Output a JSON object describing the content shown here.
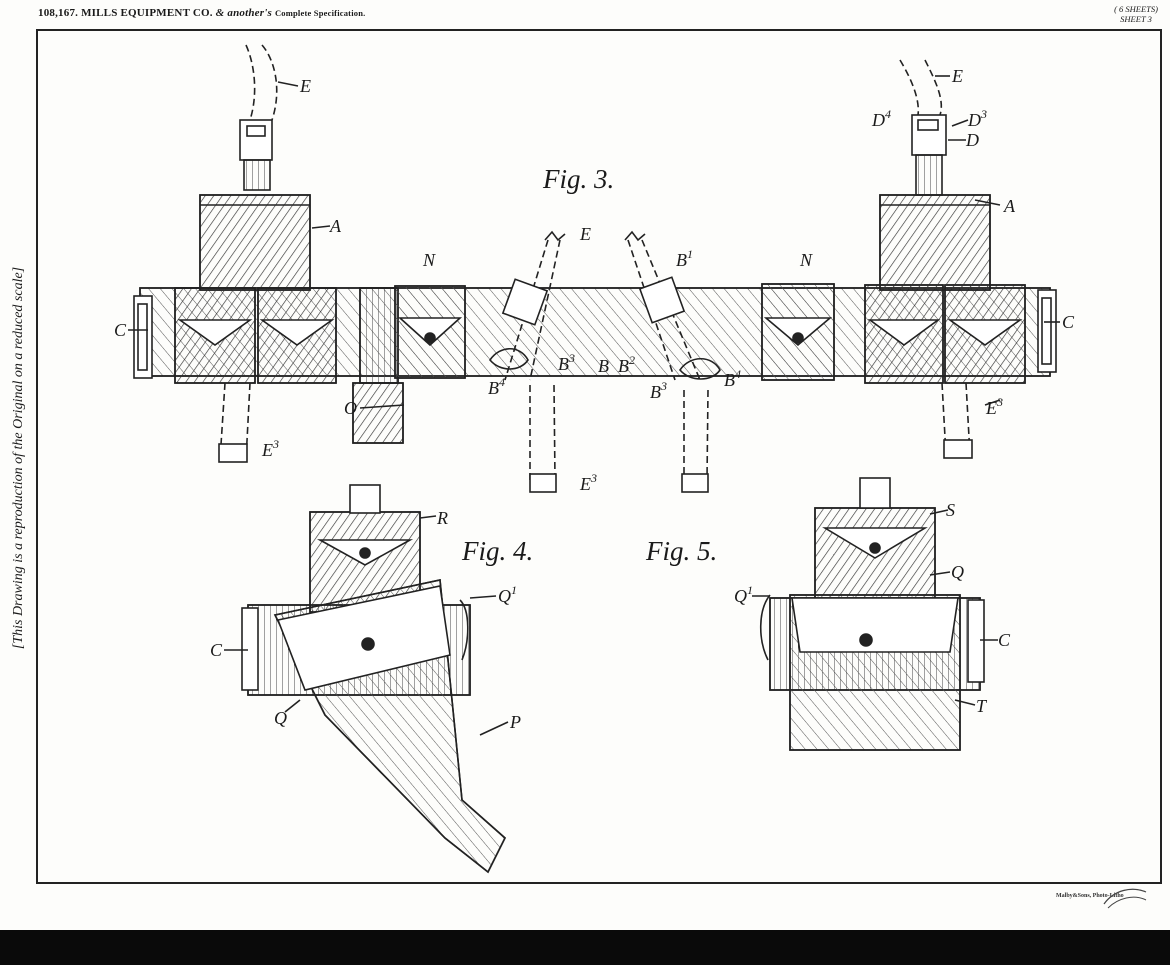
{
  "header": {
    "number": "108,167.",
    "company": "MILLS EQUIPMENT CO.",
    "and_another": "& another's",
    "spec": "Complete Specification.",
    "sheets": "( 6 SHEETS)",
    "sheet": "SHEET 3"
  },
  "side_note": "[This Drawing is a reproduction of the Original on a reduced scale]",
  "figures": {
    "fig3": "Fig. 3.",
    "fig4": "Fig. 4.",
    "fig5": "Fig. 5."
  },
  "labels": {
    "e_left": "E",
    "e_right": "E",
    "e_center": "E",
    "a_left": "A",
    "a_right": "A",
    "c_left": "C",
    "c_right": "C",
    "c_fig4": "C",
    "c_fig5": "C",
    "n_left": "N",
    "n_right": "N",
    "o": "O",
    "b": "B",
    "d": "D",
    "d3_base": "D",
    "d3_sup": "3",
    "d4_base": "D",
    "d4_sup": "4",
    "b1_base": "B",
    "b1_sup": "1",
    "b2_base": "B",
    "b2_sup": "2",
    "b3a_base": "B",
    "b3a_sup": "3",
    "b3b_base": "B",
    "b3b_sup": "3",
    "b4a_base": "B",
    "b4a_sup": "4",
    "b4b_base": "B",
    "b4b_sup": "4",
    "e3a_base": "E",
    "e3a_sup": "3",
    "e3b_base": "E",
    "e3b_sup": "3",
    "e3c_base": "E",
    "e3c_sup": "3",
    "r": "R",
    "s": "S",
    "q_fig4": "Q",
    "q1_fig4_base": "Q",
    "q1_fig4_sup": "1",
    "q1_fig5_base": "Q",
    "q1_fig5_sup": "1",
    "q_fig5": "Q",
    "p": "P",
    "t": "T"
  },
  "stamp": "Malby&Sons, Photo-Litho"
}
